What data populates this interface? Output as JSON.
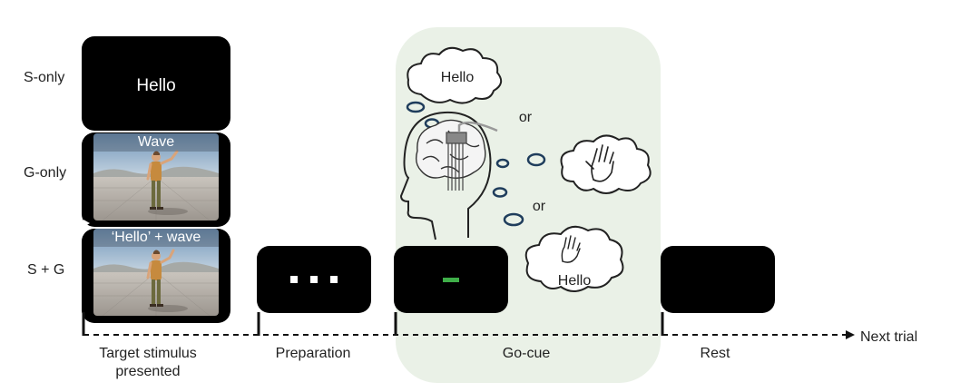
{
  "conditions": {
    "s_only": "S-only",
    "g_only": "G-only",
    "s_plus_g": "S + G"
  },
  "stimulus": {
    "speech_text": "Hello",
    "gesture_caption": "Wave",
    "combined_caption": "‘Hello’ + wave"
  },
  "preparation": {
    "dots": "• • •"
  },
  "go_cue": {
    "thought_speech": "Hello",
    "or_1": "or",
    "or_2": "or",
    "thought_combined": "Hello",
    "cue_color": "#3fae49"
  },
  "phases": {
    "target_line1": "Target stimulus",
    "target_line2": "presented",
    "preparation": "Preparation",
    "go_cue": "Go-cue",
    "rest": "Rest",
    "next_trial": "Next trial"
  },
  "colors": {
    "screen": "#000000",
    "go_panel": "#eaf1e7"
  }
}
